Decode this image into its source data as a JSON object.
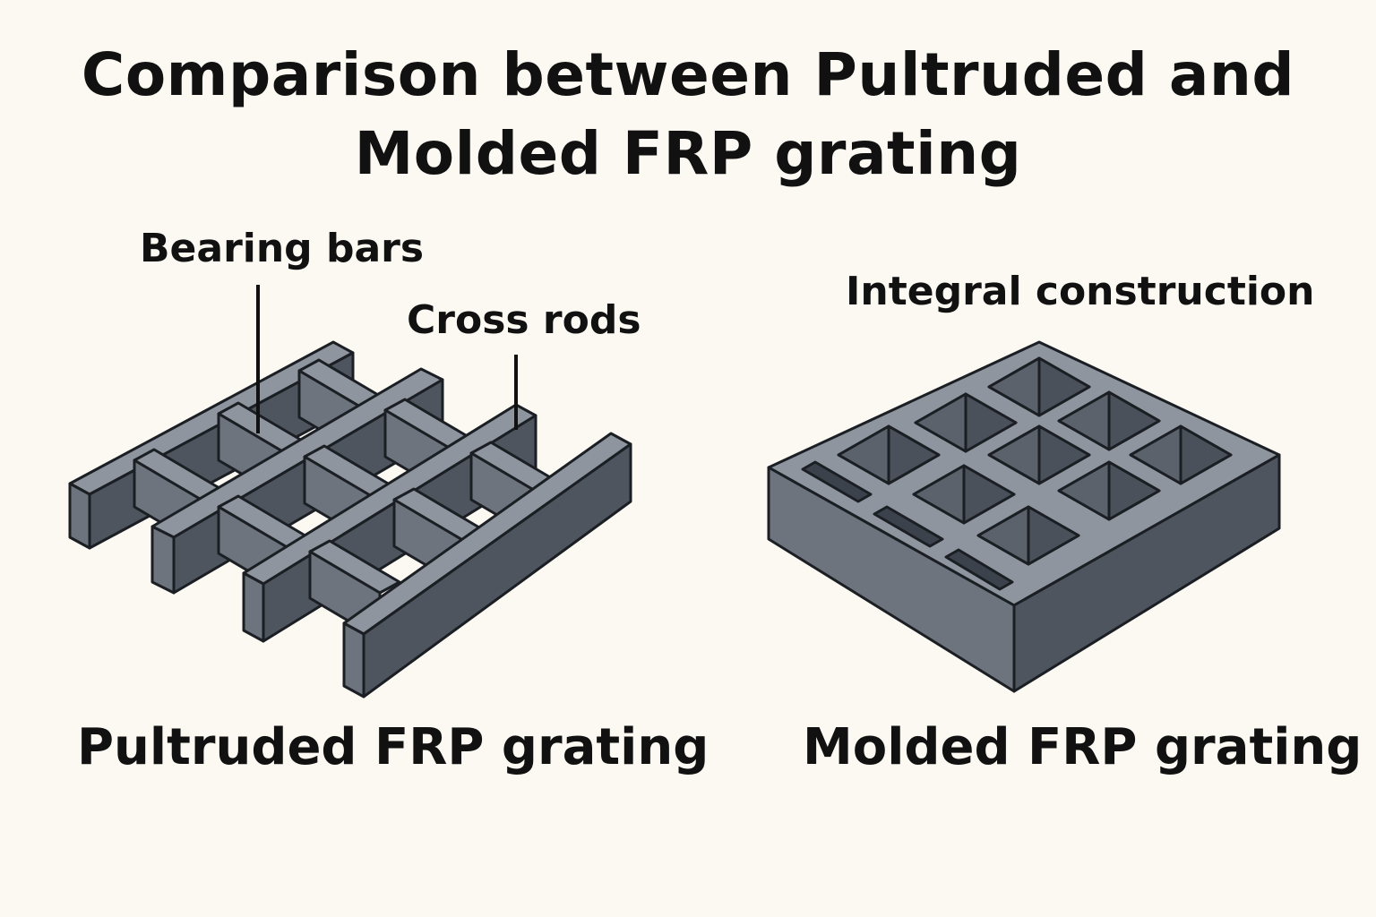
{
  "title": {
    "line1": "Comparison between Pultruded and",
    "line2": "Molded FRP grating"
  },
  "left": {
    "caption": "Pultruded FRP grating",
    "labels": {
      "bearing_bars": "Bearing bars",
      "cross_rods": "Cross rods"
    }
  },
  "right": {
    "caption": "Molded FRP grating",
    "labels": {
      "integral_construction": "Integral construction"
    }
  },
  "colors": {
    "background": "#fcf9f3",
    "grating_top": "#8e959e",
    "grating_side": "#4e555f",
    "grating_dark": "#3c424b",
    "outline": "#1b1f24"
  }
}
